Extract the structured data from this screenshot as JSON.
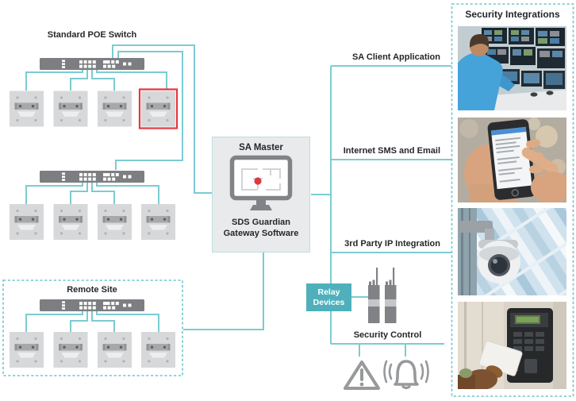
{
  "labels": {
    "standard_poe_switch": "Standard POE Switch",
    "remote_site": "Remote Site",
    "sa_master_title": "SA Master",
    "sa_master_sub1": "SDS Guardian",
    "sa_master_sub2": "Gateway Software",
    "relay_line1": "Relay",
    "relay_line2": "Devices",
    "sa_client_application": "SA Client Application",
    "internet_sms_email": "Internet SMS and Email",
    "third_party_ip_integration": "3rd Party IP Integration",
    "security_control": "Security Control",
    "security_integrations": "Security Integrations"
  },
  "colors": {
    "line_teal": "#7dcbd2",
    "dashed_teal": "#6ec6cf",
    "relay_teal": "#4fb0bc",
    "alert_red": "#e4373e",
    "switch_gray": "#7c7e81",
    "device_gray": "#d6d8d9",
    "icon_gray": "#97999b",
    "text": "#24272a"
  },
  "icon_names": [
    "poe-switch-icon",
    "sensor-device-icon",
    "alert-highlight-border",
    "floorplan-monitor-icon",
    "walkie-talkie-icon",
    "warning-triangle-icon",
    "alarm-bell-icon"
  ],
  "photo_names": [
    "cctv-control-room-photo",
    "smartphone-alerts-photo",
    "ptz-dome-camera-photo",
    "access-card-reader-photo"
  ]
}
